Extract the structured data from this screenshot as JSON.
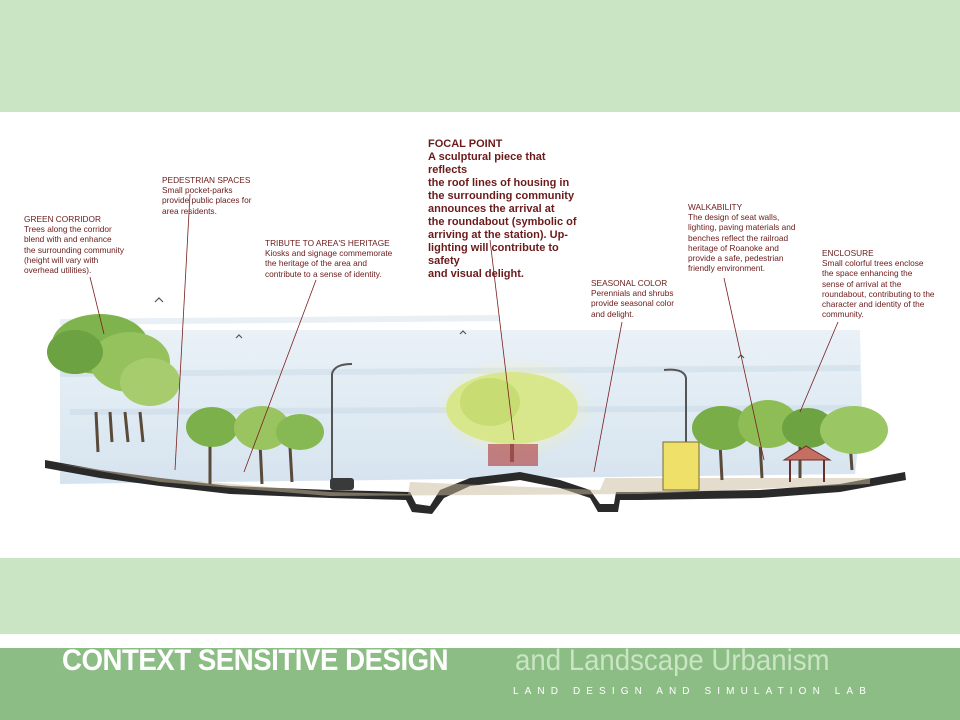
{
  "annotations": {
    "green_corridor": {
      "heading": "GREEN CORRIDOR",
      "lines": [
        "Trees along the corridor",
        "blend  with and enhance",
        "the surrounding community",
        "(height will vary with",
        "overhead utilities)."
      ]
    },
    "pedestrian_spaces": {
      "heading": "PEDESTRIAN SPACES",
      "lines": [
        "Small pocket-parks",
        "provide public places for",
        "area residents."
      ]
    },
    "tribute": {
      "heading": "TRIBUTE TO AREA'S HERITAGE",
      "lines": [
        "Kiosks and signage commemorate",
        "the heritage of the area and",
        "contribute to a sense of identity."
      ]
    },
    "focal_point": {
      "heading": "FOCAL POINT",
      "lines": [
        "A sculptural piece that reflects",
        "the roof lines of housing in",
        "the surrounding community",
        "announces the arrival at",
        "the roundabout (symbolic of",
        "arriving at the station). Up-",
        "lighting will contribute to safety",
        "and visual delight."
      ]
    },
    "seasonal_color": {
      "heading": "SEASONAL COLOR",
      "lines": [
        "Perennials and shrubs",
        "provide seasonal color",
        "and delight."
      ]
    },
    "walkability": {
      "heading": "WALKABILITY",
      "lines": [
        "The design of seat walls,",
        "lighting, paving materials and",
        "benches reflect the railroad",
        "heritage of Roanoke and",
        "provide a safe, pedestrian",
        "friendly  environment."
      ]
    },
    "enclosure": {
      "heading": "ENCLOSURE",
      "lines": [
        "Small colorful trees enclose",
        "the space enhancing the",
        "sense of arrival at the",
        "roundabout, contributing to the",
        "character and identity of the",
        "community."
      ]
    }
  },
  "footer": {
    "title_main": "CONTEXT SENSITIVE DESIGN",
    "title_sub": "and Landscape Urbanism",
    "lab_name": "LAND DESIGN AND SIMULATION LAB"
  },
  "colors": {
    "band": "#c9e5c4",
    "footer_band": "#8cbd84",
    "annotation_text": "#6b1a1a",
    "leader_line": "#7a1f1f"
  }
}
